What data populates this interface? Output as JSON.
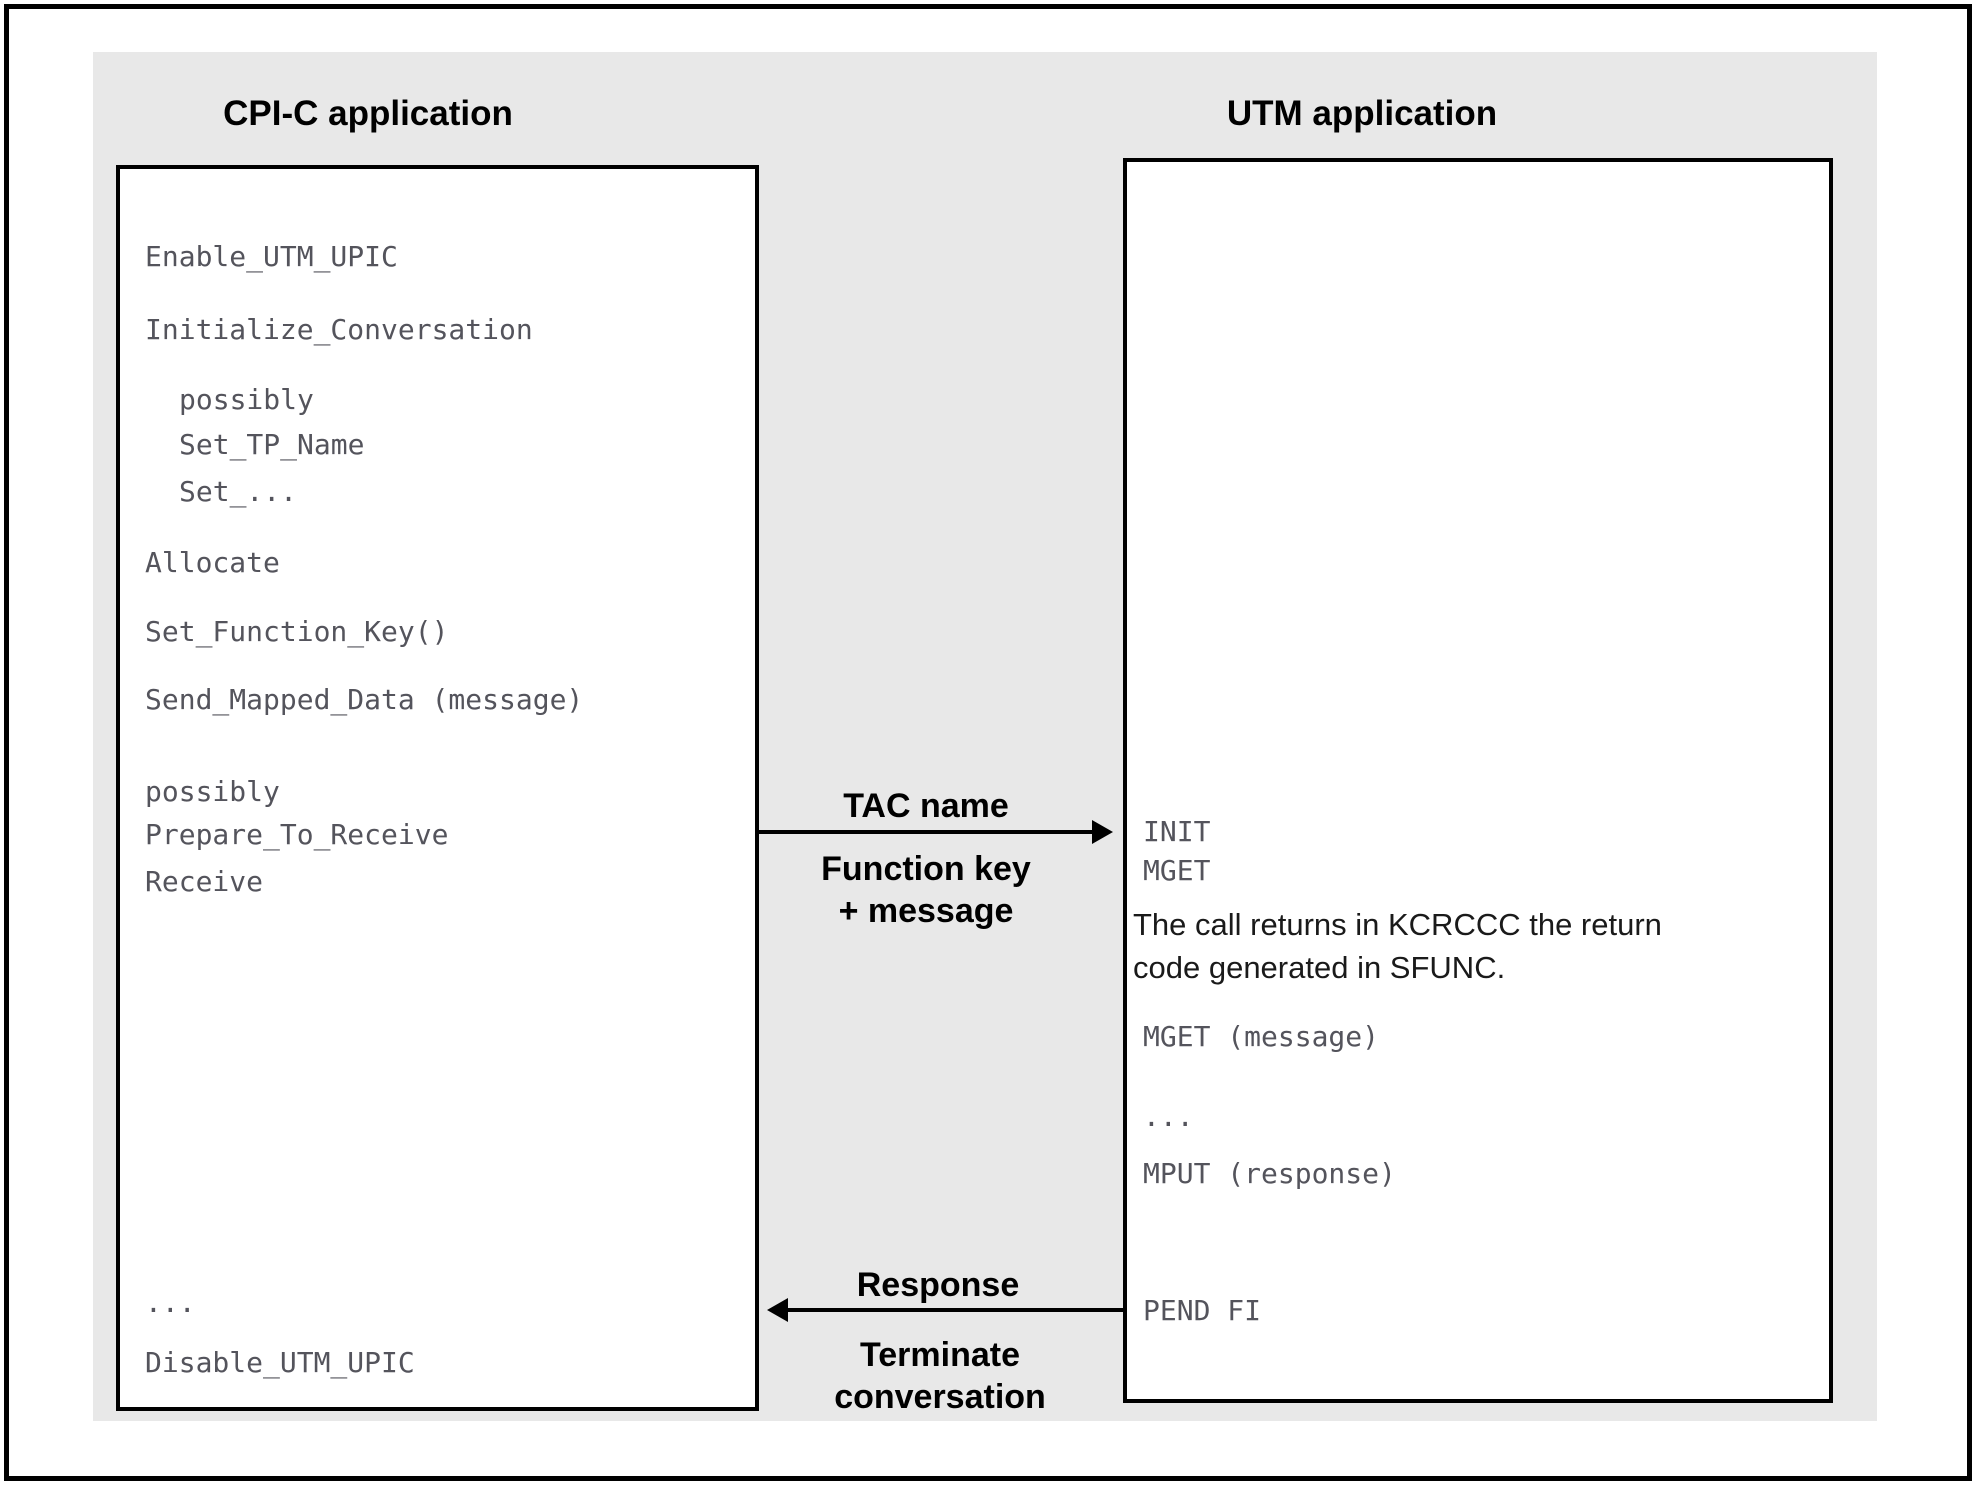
{
  "figure": {
    "left_panel_title": "CPI-C application",
    "right_panel_title": "UTM application"
  },
  "cpic_box": {
    "lines": [
      "Enable_UTM_UPIC",
      "Initialize_Conversation",
      "possibly",
      "Set_TP_Name",
      "Set_...",
      "Allocate",
      "Set_Function_Key()",
      "Send_Mapped_Data (message)",
      "possibly",
      "Prepare_To_Receive",
      "Receive",
      "...",
      "Disable_UTM_UPIC"
    ]
  },
  "utm_box": {
    "lines": [
      "INIT",
      "MGET",
      "The call returns in KCRCCC the return",
      "code generated in SFUNC.",
      "MGET (message)",
      "...",
      "MPUT (response)",
      "PEND FI"
    ]
  },
  "arrows": {
    "request": {
      "direction": "left-to-right",
      "label": "TAC name",
      "sublabel_line1": "Function key",
      "sublabel_line2": "+ message"
    },
    "response": {
      "direction": "right-to-left",
      "label": "Response",
      "sublabel_line1": "Terminate",
      "sublabel_line2": "conversation"
    }
  },
  "colors": {
    "panel_bg": "#e8e8e8",
    "box_bg": "#ffffff",
    "border": "#000000",
    "code_text": "#54545c",
    "note_text": "#1a1a1a",
    "label_text": "#000000"
  }
}
